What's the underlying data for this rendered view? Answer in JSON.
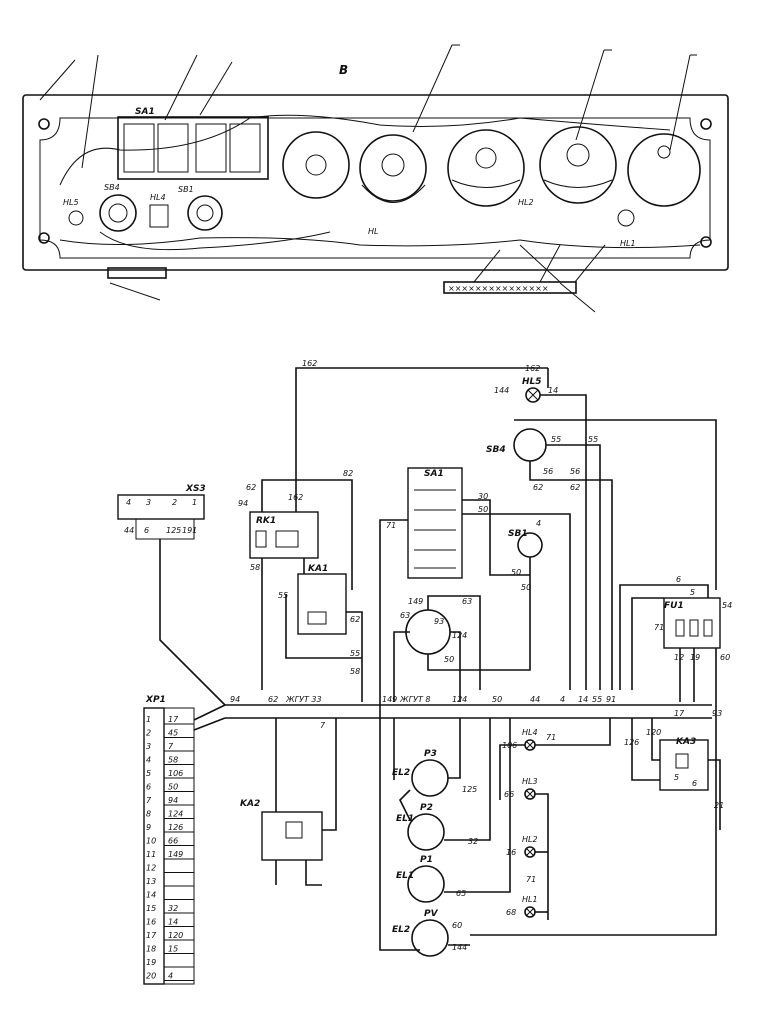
{
  "panel": {
    "view_letter": "В",
    "labels": {
      "sa1": "SA1",
      "sb4": "SB4",
      "sb1": "SB1",
      "hl5": "HL5",
      "hl4": "HL4",
      "hl2": "HL2",
      "hl": "HL",
      "hl1": "HL1"
    }
  },
  "schematic": {
    "components": {
      "xs3": "XS3",
      "rk1": "RK1",
      "ka1": "KA1",
      "ka2": "KA2",
      "ka3": "KA3",
      "sa1": "SA1",
      "sb1": "SB1",
      "sb4": "SB4",
      "hl5": "HL5",
      "fu1": "FU1",
      "xp1": "XP1",
      "hl1": "HL1",
      "hl2": "HL2",
      "hl3": "HL3",
      "hl4": "HL4",
      "el1a": "EL1",
      "el1b": "EL1",
      "el2a": "EL2",
      "el2b": "EL2",
      "p1": "P1",
      "p2": "P2",
      "p3": "P3",
      "pv": "PV"
    },
    "harness_labels": [
      "ЖГУТ 33",
      "ЖГУТ 8"
    ],
    "xs3_pins": [
      "4",
      "3",
      "2",
      "1"
    ],
    "xs3_wires": [
      "44",
      "6",
      "125",
      "191"
    ],
    "xp1_pins": [
      "1",
      "2",
      "3",
      "4",
      "5",
      "6",
      "7",
      "8",
      "9",
      "10",
      "11",
      "12",
      "13",
      "14",
      "15",
      "16",
      "17",
      "18",
      "19",
      "20"
    ],
    "xp1_wires": [
      "17",
      "45",
      "7",
      "58",
      "106",
      "50",
      "94",
      "124",
      "126",
      "66",
      "149",
      "",
      "",
      "",
      "32",
      "14",
      "120",
      "15",
      "",
      "4"
    ],
    "wire_numbers": {
      "w162a": "162",
      "w162b": "162",
      "w144a": "144",
      "w14a": "14",
      "w55a": "55",
      "w55b": "55",
      "w56a": "56",
      "w56b": "56",
      "w62a": "62",
      "w62b": "62",
      "w62c": "62",
      "w82": "82",
      "w94a": "94",
      "w162c": "162",
      "w58": "58",
      "w30": "30",
      "w50a": "50",
      "w71a": "71",
      "w4a": "4",
      "w4b": "4",
      "w50b": "50",
      "w149": "149",
      "w93": "93",
      "w63": "63",
      "w124": "124",
      "w50c": "50",
      "w55c": "55",
      "w58b": "58",
      "w63b": "63",
      "w50d": "50",
      "w5": "5",
      "w6": "6",
      "w54": "54",
      "w71b": "71",
      "w12": "12",
      "w19": "19",
      "w60": "60",
      "w94b": "94",
      "w62d": "62",
      "w7": "7",
      "bus": [
        "149",
        "124",
        "50",
        "44",
        "4",
        "14",
        "55",
        "91"
      ],
      "w106": "106",
      "w71c": "71",
      "w66a": "66",
      "w16": "16",
      "w68": "68",
      "w71d": "71",
      "w125": "125",
      "w32": "32",
      "w65": "65",
      "w60b": "60",
      "w144b": "144",
      "w126": "126",
      "w120": "120",
      "w17": "17",
      "w93b": "93",
      "w21": "21",
      "w5b": "5",
      "w6b": "6"
    }
  }
}
